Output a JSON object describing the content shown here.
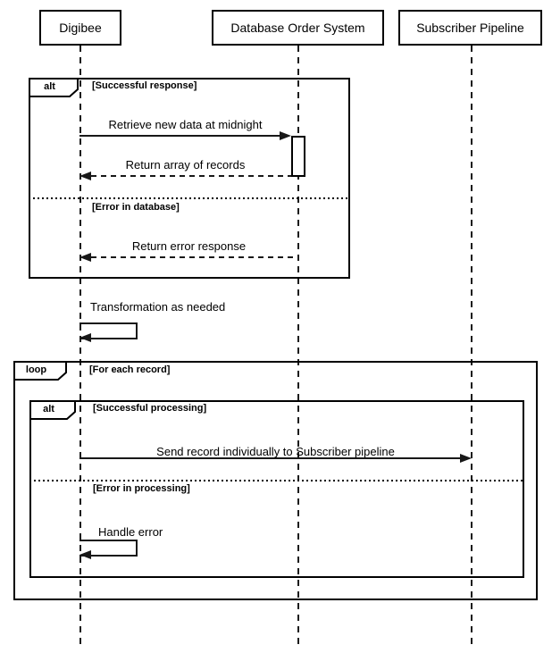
{
  "participants": {
    "digibee": {
      "label": "Digibee"
    },
    "database": {
      "label": "Database Order System"
    },
    "subscriber": {
      "label": "Subscriber Pipeline"
    }
  },
  "fragments": {
    "alt_response": {
      "operator": "alt",
      "guard_success": "[Successful response]",
      "guard_error": "[Error in database]"
    },
    "loop_records": {
      "operator": "loop",
      "guard": "[For each record]"
    },
    "alt_processing": {
      "operator": "alt",
      "guard_success": "[Successful processing]",
      "guard_error": "[Error in processing]"
    }
  },
  "messages": {
    "retrieve": {
      "label": "Retrieve new data at midnight"
    },
    "return_records": {
      "label": "Return array of records"
    },
    "return_error": {
      "label": "Return error response"
    },
    "transform": {
      "label": "Transformation as needed"
    },
    "send_record": {
      "label": "Send record individually to Subscriber pipeline"
    },
    "handle_error": {
      "label": "Handle error"
    }
  },
  "colors": {
    "line": "#181818",
    "border": "#000000",
    "background": "#ffffff"
  }
}
